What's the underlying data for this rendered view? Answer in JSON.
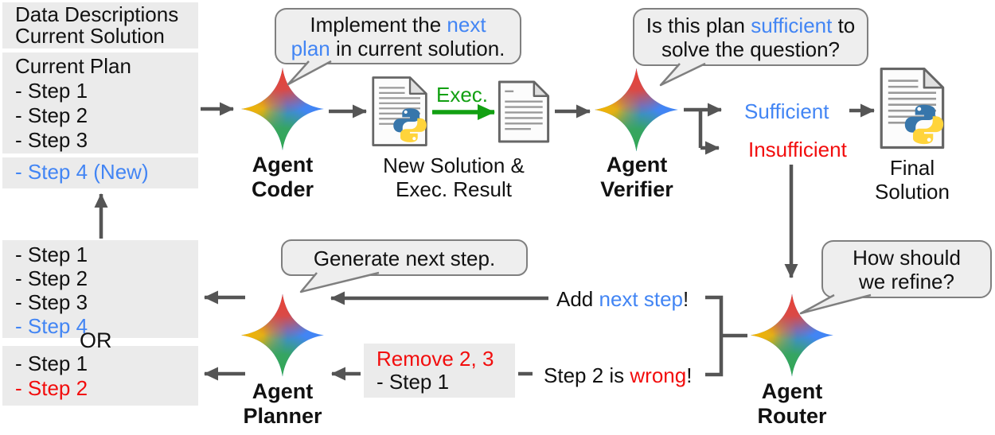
{
  "colors": {
    "blue": "#4285F4",
    "red": "#F20D0D",
    "green": "#12A012",
    "arrow": "#555555",
    "box": "#EBEBEB",
    "bubble": "#EEEEEE",
    "bubbleBorder": "#7F7F7F"
  },
  "context_box": {
    "line1": "Data Descriptions",
    "line2": "Current Solution"
  },
  "plan_box": {
    "title": "Current Plan",
    "step1": "- Step 1",
    "step2": "- Step 2",
    "step3": "- Step 3"
  },
  "new_step_box": {
    "text": "- Step 4 (New)"
  },
  "agent_coder": {
    "name1": "Agent",
    "name2": "Coder",
    "bubble_l1_pre": "Implement the ",
    "bubble_l1_blue": "next",
    "bubble_l2_blue": "plan",
    "bubble_l2_post": " in current solution."
  },
  "exec_label": "Exec.",
  "new_solution_caption": {
    "line1": "New Solution &",
    "line2": "Exec. Result"
  },
  "agent_verifier": {
    "name1": "Agent",
    "name2": "Verifier",
    "bubble_l1_pre": "Is this plan ",
    "bubble_l1_blue": "sufficient",
    "bubble_l1_post": " to",
    "bubble_l2": "solve the question?"
  },
  "sufficient_label": "Sufficient",
  "insufficient_label": "Insufficient",
  "final_solution_caption": {
    "line1": "Final",
    "line2": "Solution"
  },
  "agent_router": {
    "name1": "Agent",
    "name2": "Router",
    "bubble_l1": "How should",
    "bubble_l2": "we refine?"
  },
  "add_step_label": {
    "pre": "Add ",
    "blue": "next step",
    "post": "!"
  },
  "wrong_label": {
    "pre": "Step 2 is ",
    "red": "wrong",
    "post": "!"
  },
  "agent_planner": {
    "name1": "Agent",
    "name2": "Planner",
    "bubble": "Generate next step."
  },
  "remove_box": {
    "line1": "Remove 2, 3",
    "line2": "- Step 1"
  },
  "plan_a_box": {
    "step1": "- Step 1",
    "step2": "- Step 2",
    "step3": "- Step 3",
    "step4": "- Step 4"
  },
  "or_label": "OR",
  "plan_b_box": {
    "step1": "- Step 1",
    "step2": "- Step 2"
  }
}
